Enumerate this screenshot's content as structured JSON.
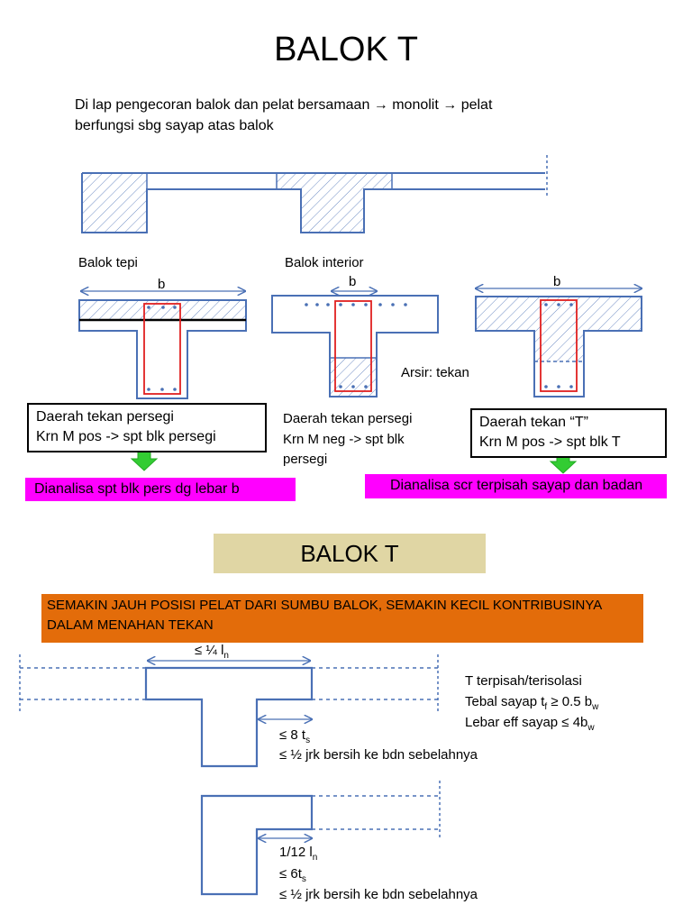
{
  "title": "BALOK T",
  "intro": {
    "line1": "Di lap pengecoran balok dan pelat bersamaan → monolit → pelat",
    "line2": "berfungsi sbg sayap atas balok"
  },
  "sections": {
    "tepi_label": "Balok tepi",
    "interior_label": "Balok interior",
    "b_label": "b",
    "arsir_label": "Arsir: tekan"
  },
  "case1": {
    "line1": "Daerah tekan persegi",
    "line2": "Krn M pos -> spt blk persegi",
    "result": "Dianalisa spt blk pers dg lebar b"
  },
  "case2": {
    "line1": "Daerah tekan persegi",
    "line2": "Krn M neg -> spt blk",
    "line3": "persegi"
  },
  "case3": {
    "line1": "Daerah tekan “T”",
    "line2": "Krn M pos -> spt blk T",
    "result": "Dianalisa scr terpisah sayap dan badan"
  },
  "subtitle": "BALOK T",
  "banner": {
    "line1": "SEMAKIN JAUH POSISI PELAT DARI SUMBU BALOK, SEMAKIN KECIL KONTRIBUSINYA",
    "line2": "DALAM MENAHAN TEKAN"
  },
  "tbeam": {
    "top_dim": "≤ ¼ l",
    "top_dim_sub": "n",
    "side_dim": "≤ 8 t",
    "side_dim_sub": "s",
    "side_dim2": "≤ ½ jrk bersih ke bdn sebelahnya",
    "notes": {
      "line1": "T terpisah/terisolasi",
      "line2_a": "Tebal sayap t",
      "line2_sub1": "f",
      "line2_b": " ≥ 0.5 b",
      "line2_sub2": "w",
      "line3_a": "Lebar eff sayap ≤ 4b",
      "line3_sub": "w"
    }
  },
  "lbeam": {
    "dim1": "1/12 l",
    "dim1_sub": "n",
    "dim2": "≤ 6t",
    "dim2_sub": "s",
    "dim3": "≤ ½ jrk bersih ke bdn sebelahnya"
  },
  "colors": {
    "outline": "#4a70b5",
    "rebar": "#e02020",
    "arrow_green": "#33cc33",
    "magenta": "#ff00ff",
    "tan": "#e0d6a4",
    "orange": "#e36c0a"
  }
}
